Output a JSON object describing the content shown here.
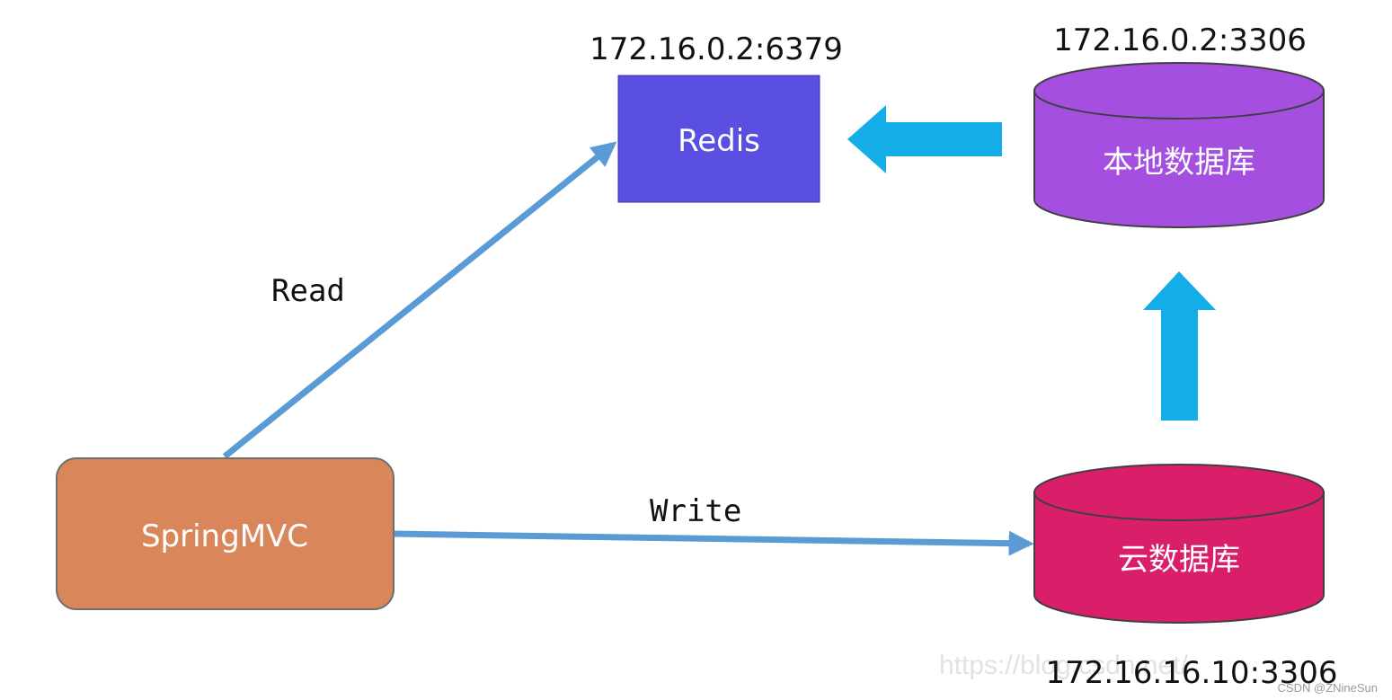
{
  "diagram": {
    "nodes": {
      "springmvc": {
        "label": "SpringMVC",
        "color": "#D9875A"
      },
      "redis": {
        "label": "Redis",
        "color": "#5A4FE0",
        "address": "172.16.0.2:6379"
      },
      "local_db": {
        "label": "本地数据库",
        "color": "#A54FE0",
        "address": "172.16.0.2:3306"
      },
      "cloud_db": {
        "label": "云数据库",
        "color": "#D91E6A",
        "address": "172.16.16.10:3306"
      }
    },
    "edges": {
      "read": {
        "label": "Read",
        "color": "#5B9BD5"
      },
      "write": {
        "label": "Write",
        "color": "#5B9BD5"
      },
      "sync_arrow_color": "#14ADE8"
    }
  },
  "watermark": {
    "faint": "https://blog.csdn.net/",
    "credit": "CSDN @ZNineSun"
  }
}
